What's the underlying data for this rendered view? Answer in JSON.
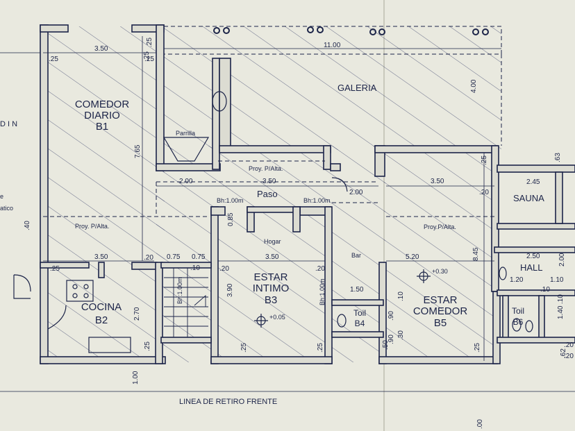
{
  "rooms": {
    "comedor_diario": [
      "COMEDOR",
      "DIARIO",
      "B1"
    ],
    "cocina": [
      "COCINA",
      "B2"
    ],
    "estar_intimo": [
      "ESTAR",
      "INTIMO",
      "B3"
    ],
    "estar_comedor": [
      "ESTAR",
      "COMEDOR",
      "B5"
    ],
    "toil_b4": [
      "Toil",
      "B4"
    ],
    "toil_b6": [
      "Toil",
      "B6"
    ],
    "sauna": "SAUNA",
    "hall": "HALL",
    "galeria": "GALERIA",
    "paso": "Paso"
  },
  "labels": {
    "parrilla": "Parrilla",
    "hogar": "Hogar",
    "bar": "Bar",
    "proy_1": "Proy. P/Alta.",
    "proy_2": "Proy. P/Alta.",
    "proy_3": "Proy.P/Alta.",
    "bh_1": "Bh:1.00m",
    "bh_2": "Bh:1.00m",
    "bh_3": "Bh:1.00m",
    "bh_4": "Bh:1.00m",
    "level_b3": "+0.05",
    "level_b5": "+0.30",
    "retiro": "LINEA DE RETIRO FRENTE",
    "jardin": "D I N",
    "atico": "atico",
    "e_left": "e"
  },
  "dimensions": {
    "d_350_b1": "3.50",
    "d_25_a": ".25",
    "d_25_b": ".25",
    "d_25_c": ".25",
    "d_1100": "11.00",
    "d_400": "4.00",
    "d_765": "7.65",
    "d_200_a": "2.00",
    "d_350_paso": "3.50",
    "d_200_b": "2.00",
    "d_085": "0.85",
    "d_350_b2": "3.50",
    "d_20_a": ".20",
    "d_075_a": "0.75",
    "d_075_b": "0.75",
    "d_10_a": ".10",
    "d_20_b": ".20",
    "d_20_c": ".20",
    "d_350_b3": "3.50",
    "d_390": "3.90",
    "d_25_d": ".25",
    "d_25_e": ".25",
    "d_150": "1.50",
    "d_10_b": ".10",
    "d_90_a": ".90",
    "d_30": ".30",
    "d_90_b": ".90",
    "d_50": ".50",
    "d_350_b5": "3.50",
    "d_20_d": ".20",
    "d_25_f": ".25",
    "d_520": "5.20",
    "d_845": "8.45",
    "d_25_g": ".25",
    "d_245": "2.45",
    "d_250": "2.50",
    "d_200_c": "2.00",
    "d_120": "1.20",
    "d_110": "1.10",
    "d_10_c": ".10",
    "d_10_d": ".10",
    "d_140": "1.40",
    "d_63": ".63",
    "d_20_e": ".20",
    "d_62": ".62",
    "d_20_f": ".20",
    "d_270": "2.70",
    "d_25_h": ".25",
    "d_40": ".40",
    "d_100": "1.00",
    "d_00": ".00",
    "d_25_i": ".25",
    "d_25_j": ".25"
  },
  "colors": {
    "paper": "#e9e9df",
    "ink": "#1c2448",
    "wall_fill": "#dcdcd2"
  }
}
